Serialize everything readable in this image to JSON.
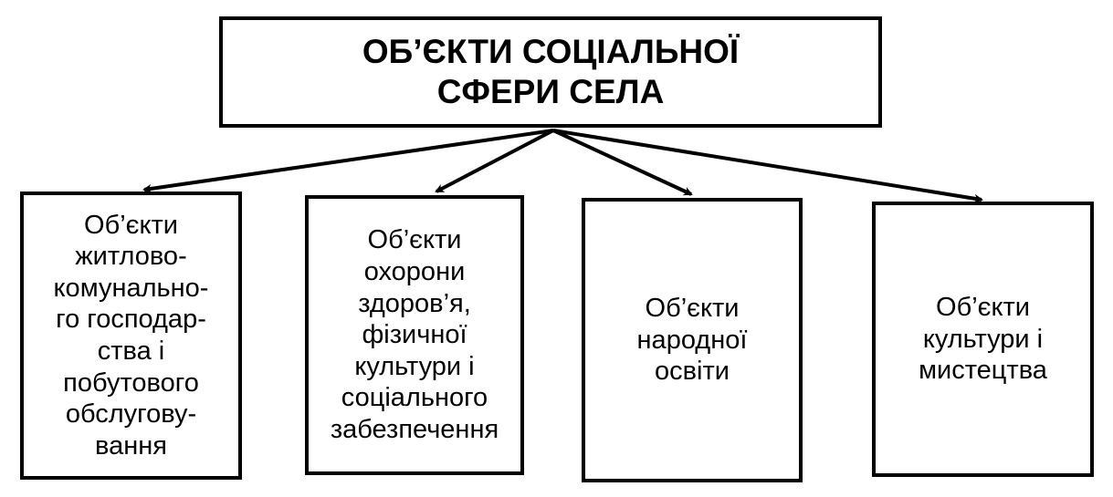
{
  "root": {
    "lines": [
      "ОБ’ЄКТИ СОЦІАЛЬНОЇ",
      "СФЕРИ СЕЛА"
    ]
  },
  "children": [
    {
      "lines": [
        "Об’єкти",
        "житлово-",
        "комунально-",
        "го господар-",
        "ства і",
        "побутового",
        "обслугову-",
        "вання"
      ]
    },
    {
      "lines": [
        "Об’єкти",
        "охорони",
        "здоров’я,",
        "фізичної",
        "культури і",
        "соціального",
        "забезпечення"
      ]
    },
    {
      "lines": [
        "Об’єкти",
        "народної",
        "освіти"
      ]
    },
    {
      "lines": [
        "Об’єкти",
        "культури і",
        "мистецтва"
      ]
    }
  ]
}
